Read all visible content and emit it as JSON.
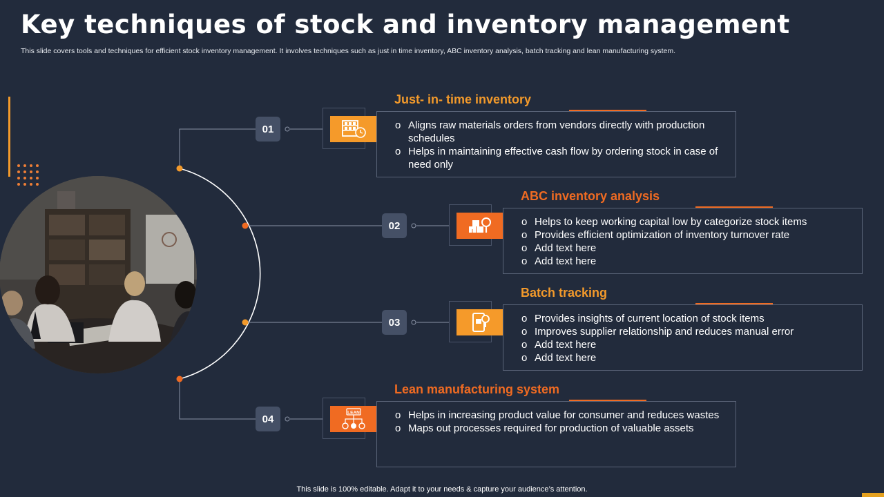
{
  "slide": {
    "title": "Key techniques of stock and inventory management",
    "subtitle": "This slide covers tools and techniques for efficient stock inventory management. It involves techniques such as just in time inventory, ABC inventory analysis, batch tracking and lean manufacturing system.",
    "footer": "This slide is 100% editable. Adapt it to your needs & capture your audience’s attention."
  },
  "colors": {
    "background": "#222b3c",
    "accent_orange": "#f06b22",
    "accent_amber": "#f39a2b",
    "badge": "#455066"
  },
  "bullet_marker": "o",
  "techniques": [
    {
      "number": "01",
      "title": "Just- in- time inventory",
      "icon": "shelf-clock-icon",
      "points": [
        "Aligns raw materials orders from vendors directly with production schedules",
        "Helps in maintaining effective cash flow by ordering stock in case of need only"
      ]
    },
    {
      "number": "02",
      "title": "ABC inventory analysis",
      "icon": "boxes-magnifier-icon",
      "points": [
        "Helps to keep working capital low by categorize stock items",
        "Provides efficient optimization of inventory turnover rate",
        "Add text here",
        "Add text here"
      ]
    },
    {
      "number": "03",
      "title": "Batch tracking",
      "icon": "mobile-tracking-icon",
      "points": [
        "Provides insights of current location of stock items",
        "Improves supplier relationship and reduces manual error",
        "Add text here",
        "Add text here"
      ]
    },
    {
      "number": "04",
      "title": "Lean manufacturing system",
      "icon": "lean-flow-icon",
      "icon_label": "LEAN",
      "points": [
        "Helps in increasing product value for consumer and reduces wastes",
        "Maps out processes required for production of valuable assets"
      ]
    }
  ]
}
